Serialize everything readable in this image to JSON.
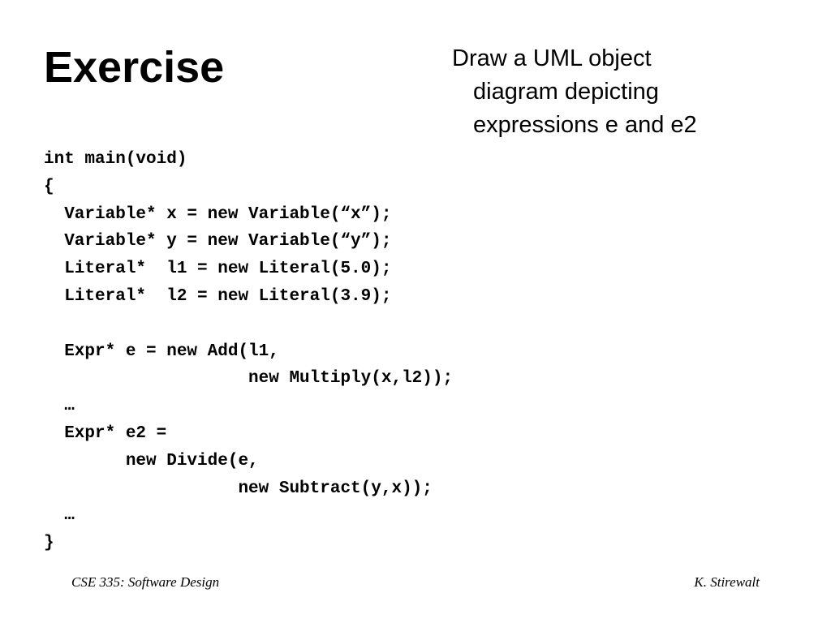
{
  "slide": {
    "title": "Exercise",
    "instructions": [
      "Draw a UML object",
      "diagram depicting",
      "expressions e and e2"
    ]
  },
  "code": {
    "lines": [
      "int main(void)",
      "{",
      "  Variable* x = new Variable(“x”);",
      "  Variable* y = new Variable(“y”);",
      "  Literal*  l1 = new Literal(5.0);",
      "  Literal*  l2 = new Literal(3.9);",
      "",
      "  Expr* e = new Add(l1,",
      "                    new Multiply(x,l2));",
      "  …",
      "  Expr* e2 =",
      "        new Divide(e,",
      "                   new Subtract(y,x));",
      "  …",
      "}"
    ]
  },
  "footer": {
    "course": "CSE 335: Software Design",
    "author": "K. Stirewalt"
  }
}
